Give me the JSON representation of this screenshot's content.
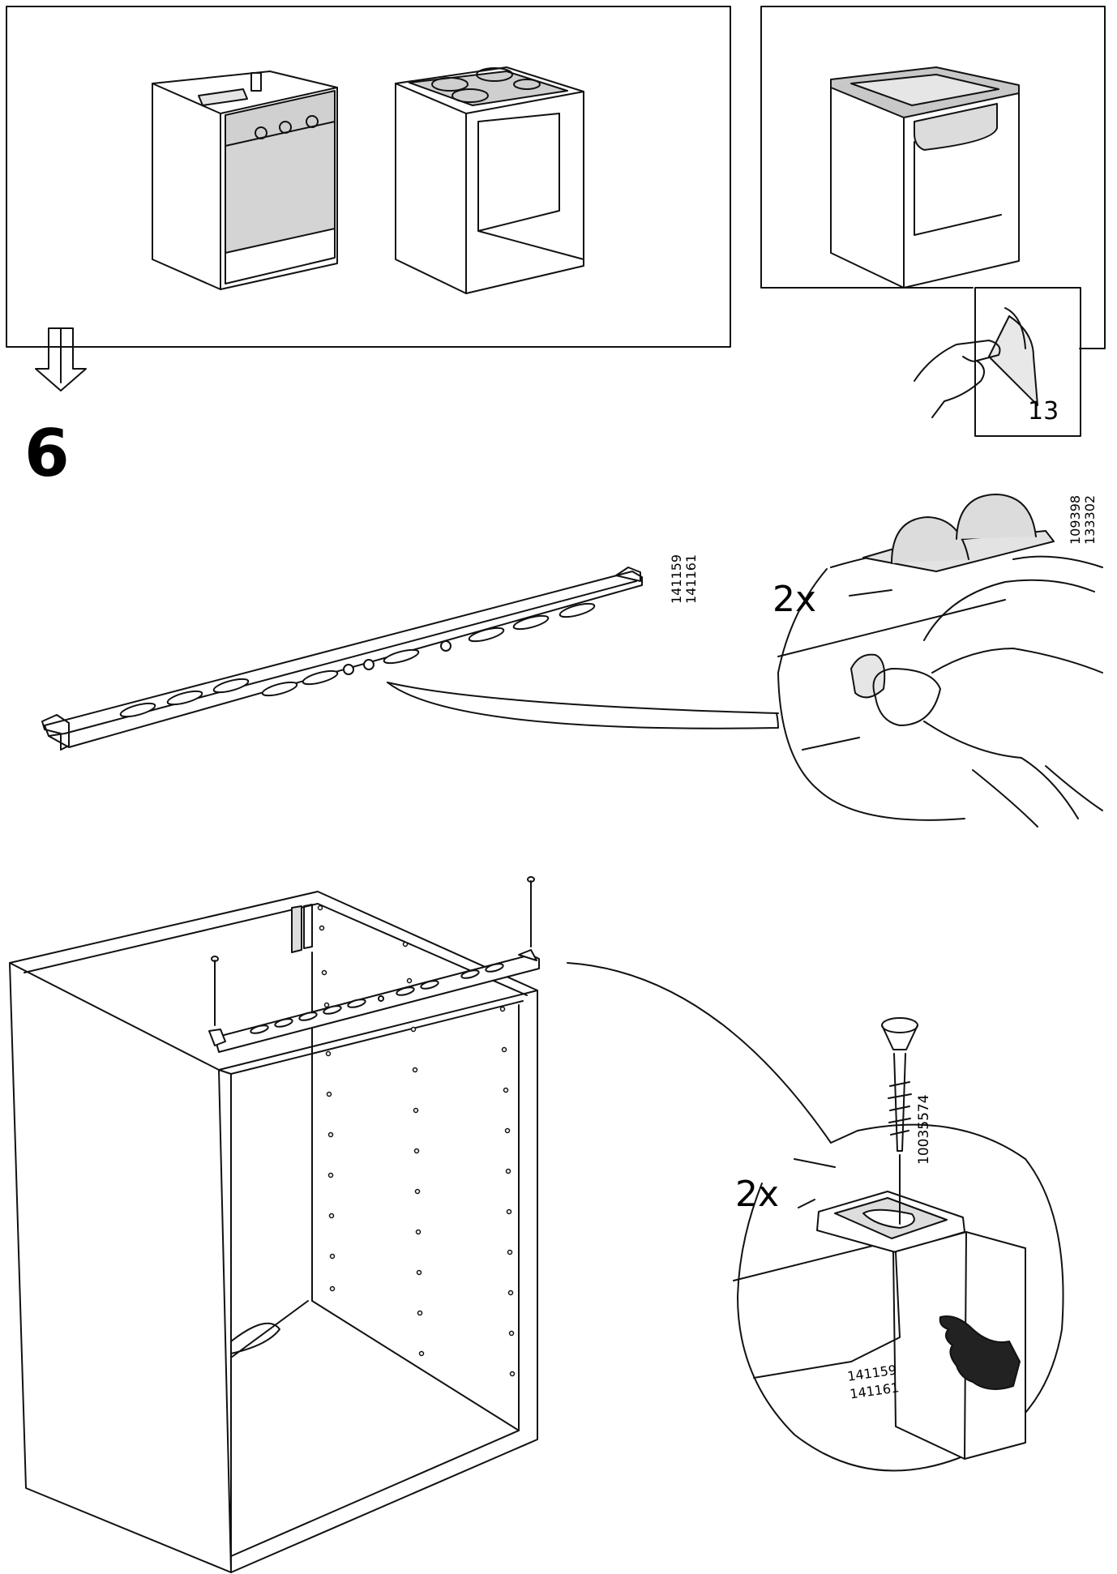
{
  "step": {
    "number": "6"
  },
  "see_page": {
    "number": "13"
  },
  "rail_detail": {
    "quantity": "2x",
    "codes": [
      "109398",
      "133302"
    ]
  },
  "rail_part": {
    "codes": [
      "141159",
      "141161"
    ]
  },
  "screw_detail": {
    "quantity": "2x",
    "screw_code": "10035574",
    "rail_codes": [
      "141159",
      "141161"
    ]
  },
  "icons": [
    "arrow-down-icon",
    "page-turn-hand-icon",
    "pointing-hand-icon"
  ]
}
